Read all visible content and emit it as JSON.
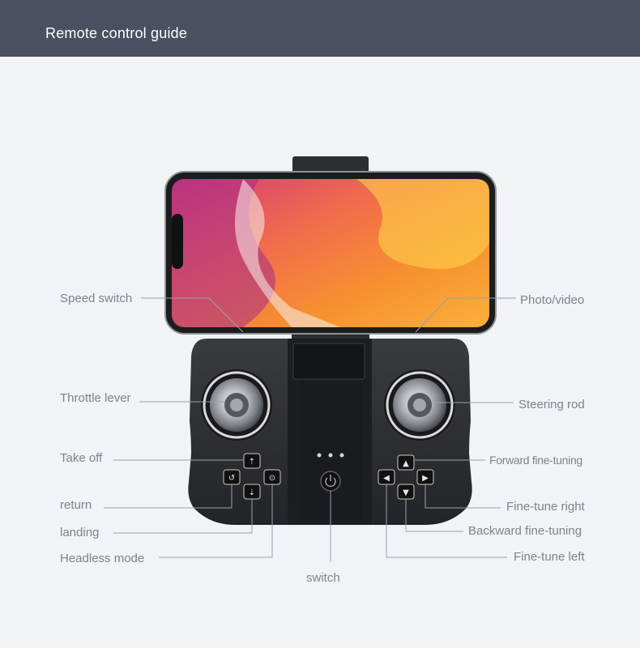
{
  "header": {
    "title": "Remote control guide"
  },
  "labels": {
    "speed_switch": "Speed switch",
    "photo_video": "Photo/video",
    "throttle_lever": "Throttle lever",
    "steering_rod": "Steering rod",
    "take_off": "Take off",
    "forward_fine_tuning": "Forward fine-tuning",
    "return": "return",
    "fine_tune_right": "Fine-tune right",
    "landing": "landing",
    "backward_fine_tuning": "Backward fine-tuning",
    "headless_mode": "Headless mode",
    "fine_tune_left": "Fine-tune left",
    "switch": "switch"
  },
  "colors": {
    "header_bg": "#4a5060",
    "page_bg": "#f1f3f6",
    "label_text": "#7d828b",
    "leader_line": "#9aa0a8",
    "controller_body": "#2a2b2e",
    "phone_frame": "#1c1c1e"
  },
  "icons": [
    "takeoff-icon",
    "return-icon",
    "landing-icon",
    "headless-icon",
    "arrow-up-icon",
    "arrow-left-icon",
    "arrow-right-icon",
    "arrow-down-icon",
    "power-icon"
  ]
}
